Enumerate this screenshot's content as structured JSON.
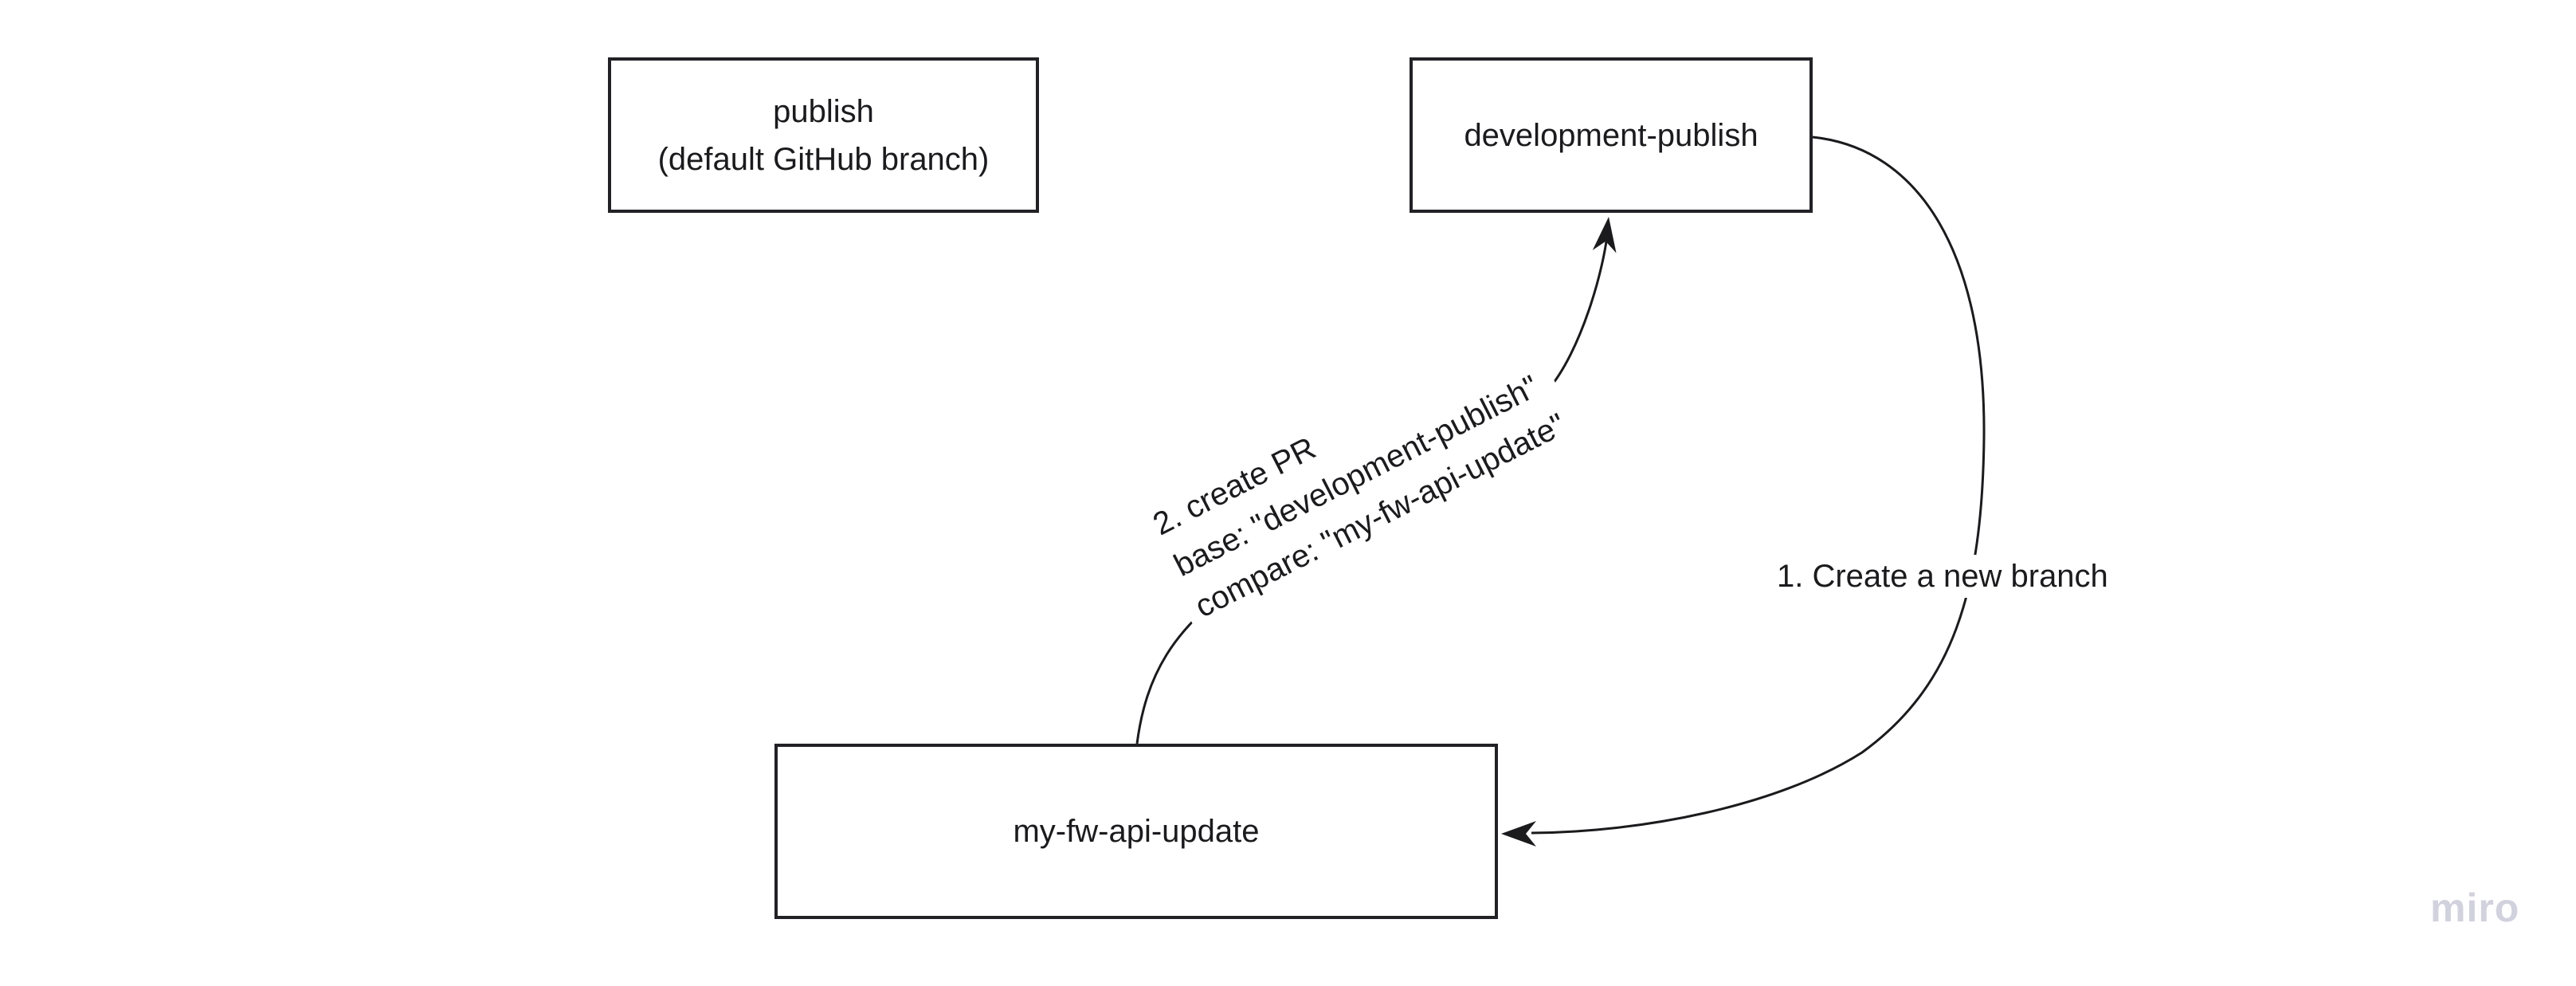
{
  "board": {
    "background_color": "#ffffff",
    "stroke_color": "#1b1b1e",
    "text_color": "#1b1b1e"
  },
  "shapes": {
    "publish": {
      "line1": "publish",
      "line2": "(default GitHub branch)"
    },
    "development_publish": {
      "label": "development-publish"
    },
    "my_fw_api_update": {
      "label": "my-fw-api-update"
    }
  },
  "connectors": {
    "create_branch": {
      "label": "1. Create a new branch",
      "from": "development-publish",
      "to": "my-fw-api-update"
    },
    "create_pr": {
      "line1": "2. create PR",
      "line2": "base: \"development-publish\"",
      "line3": "compare: \"my-fw-api-update\"",
      "from": "my-fw-api-update",
      "to": "development-publish"
    }
  },
  "watermark": {
    "label": "miro",
    "color": "#d2d2de"
  }
}
